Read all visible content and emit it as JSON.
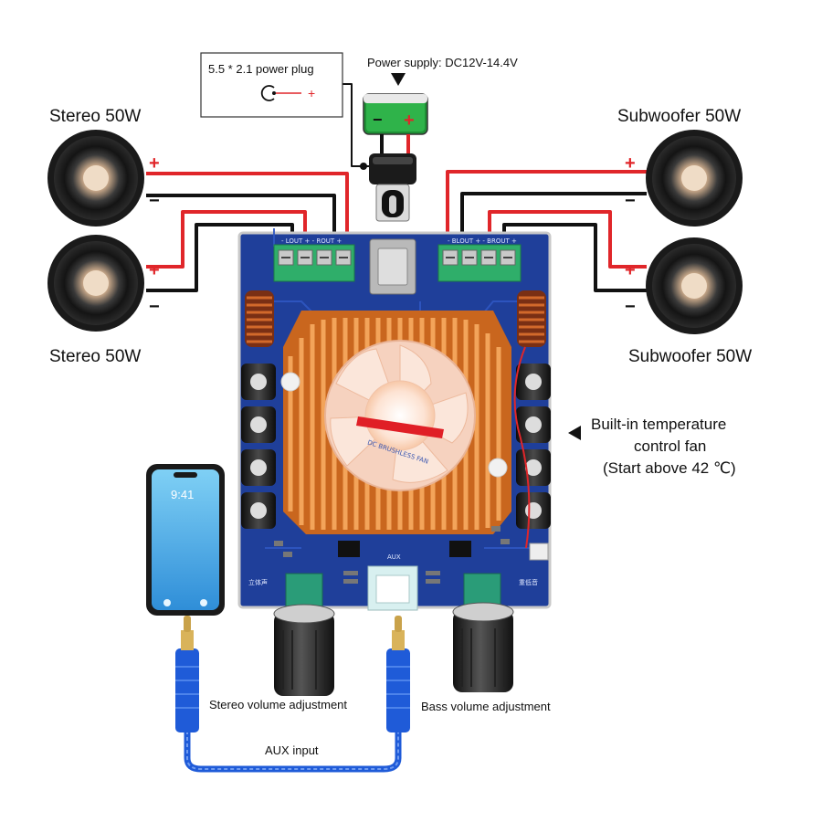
{
  "labels": {
    "power_plug": "5.5 * 2.1 power plug",
    "power_supply": "Power supply: DC12V-14.4V",
    "stereo_top": "Stereo 50W",
    "stereo_bottom": "Stereo 50W",
    "sub_top": "Subwoofer 50W",
    "sub_bottom": "Subwoofer 50W",
    "fan_line1": "Built-in temperature",
    "fan_line2": "control fan",
    "fan_line3": "(Start above 42 ℃)",
    "stereo_volume": "Stereo volume adjustment",
    "bass_volume": "Bass volume adjustment",
    "aux_input": "AUX input",
    "phone_time": "9:41",
    "plus": "+",
    "minus": "−",
    "board_aux": "AUX",
    "board_left": "立体声",
    "board_right": "重低音",
    "terminal_left": "- LOUT +  - ROUT +",
    "terminal_right": "- BLOUT +  - BROUT +",
    "fan_text": "DC BRUSHLESS FAN"
  },
  "colors": {
    "board": "#1f3f9a",
    "heatsink": "#e98a3b",
    "terminal": "#2fae6a",
    "wire_red": "#e0262a",
    "wire_black": "#111111",
    "cable": "#1f5bd8",
    "supply": "#2fb34a"
  }
}
